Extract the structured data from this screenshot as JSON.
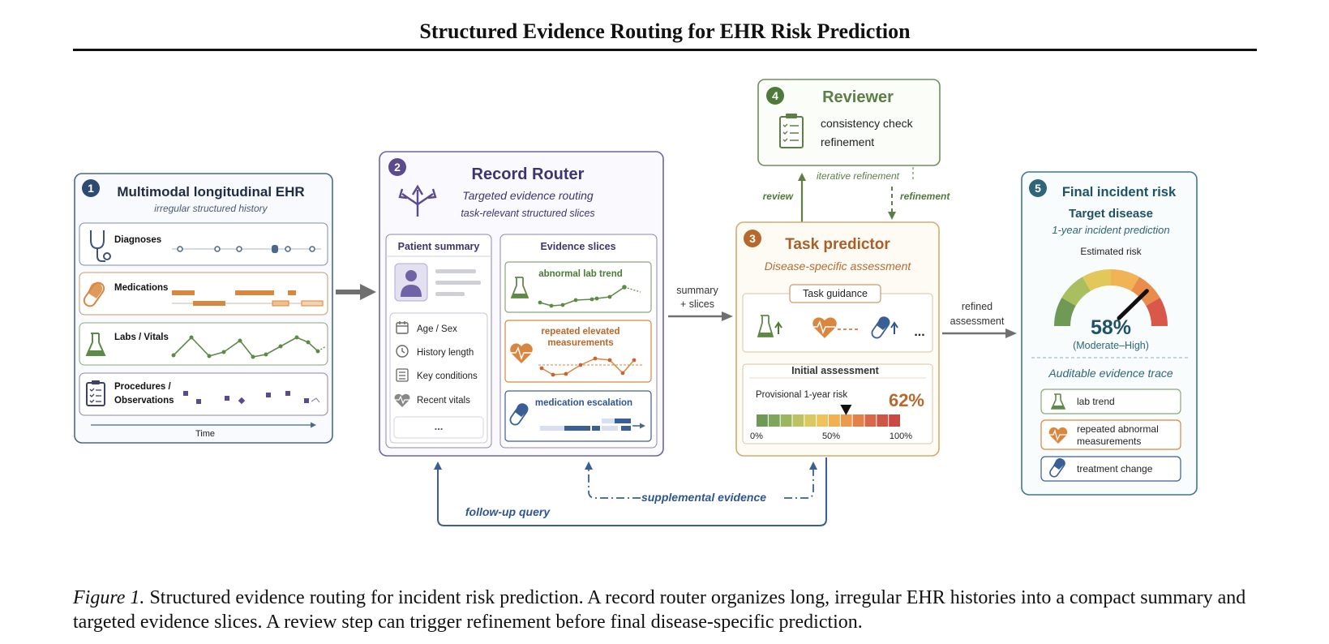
{
  "page": {
    "title": "Structured Evidence Routing for EHR Risk Prediction",
    "caption_label": "Figure 1.",
    "caption_text": " Structured evidence routing for incident risk prediction. A record router organizes long, irregular EHR histories into a compact summary and targeted evidence slices. A review step can trigger refinement before final disease-specific prediction."
  },
  "panel1": {
    "num": "1",
    "title": "Multimodal longitudinal EHR",
    "subtitle": "irregular structured history",
    "rows": [
      {
        "label": "Diagnoses",
        "icon": "stethoscope-icon"
      },
      {
        "label": "Medications",
        "icon": "pill-icon"
      },
      {
        "label": "Labs / Vitals",
        "icon": "flask-icon"
      },
      {
        "label1": "Procedures /",
        "label2": "Observations",
        "icon": "clipboard-icon"
      }
    ],
    "time_label": "Time"
  },
  "panel2": {
    "num": "2",
    "title": "Record Router",
    "subtitle": "Targeted evidence routing",
    "subtitle2": "task-relevant structured slices",
    "patient_summary": {
      "title": "Patient summary",
      "items": [
        "Age / Sex",
        "History length",
        "Key conditions",
        "Recent vitals"
      ],
      "more": "..."
    },
    "evidence_slices": {
      "title": "Evidence slices",
      "s1": "abnormal lab trend",
      "s2a": "repeated elevated",
      "s2b": "measurements",
      "s3": "medication escalation"
    }
  },
  "panel3": {
    "num": "3",
    "title": "Task predictor",
    "subtitle": "Disease-specific assessment",
    "guidance": "Task guidance",
    "guidance_more": "...",
    "initial": "Initial assessment",
    "provisional": "Provisional 1-year risk",
    "risk_value": 62,
    "risk_text": "62%",
    "scale": [
      "0%",
      "50%",
      "100%"
    ]
  },
  "panel4": {
    "num": "4",
    "title": "Reviewer",
    "line1": "consistency check",
    "line2": "refinement"
  },
  "panel5": {
    "num": "5",
    "title": "Final incident risk",
    "target": "Target disease",
    "target_sub": "1-year incident prediction",
    "estimated": "Estimated risk",
    "risk_value": 58,
    "risk_text": "58%",
    "risk_level": "(Moderate–High)",
    "trace_title": "Auditable evidence trace",
    "trace1": "lab trend",
    "trace2a": "repeated abnormal",
    "trace2b": "measurements",
    "trace3": "treatment change"
  },
  "arrows": {
    "summary1": "summary",
    "summary2": "+ slices",
    "refined1": "refined",
    "refined2": "assessment",
    "review": "review",
    "iterative": "iterative refinement",
    "refinement": "refinement",
    "followup": "follow-up query",
    "supplemental": "supplemental evidence"
  },
  "colors": {
    "ehr_blue": "#4a6790",
    "router_purple": "#5b4a8e",
    "predictor_orange": "#b7682c",
    "reviewer_green": "#5b7f45",
    "final_teal": "#2e6578",
    "med_orange": "#d9873f",
    "lab_green": "#5e8a48",
    "med_blue": "#3a5f96"
  }
}
